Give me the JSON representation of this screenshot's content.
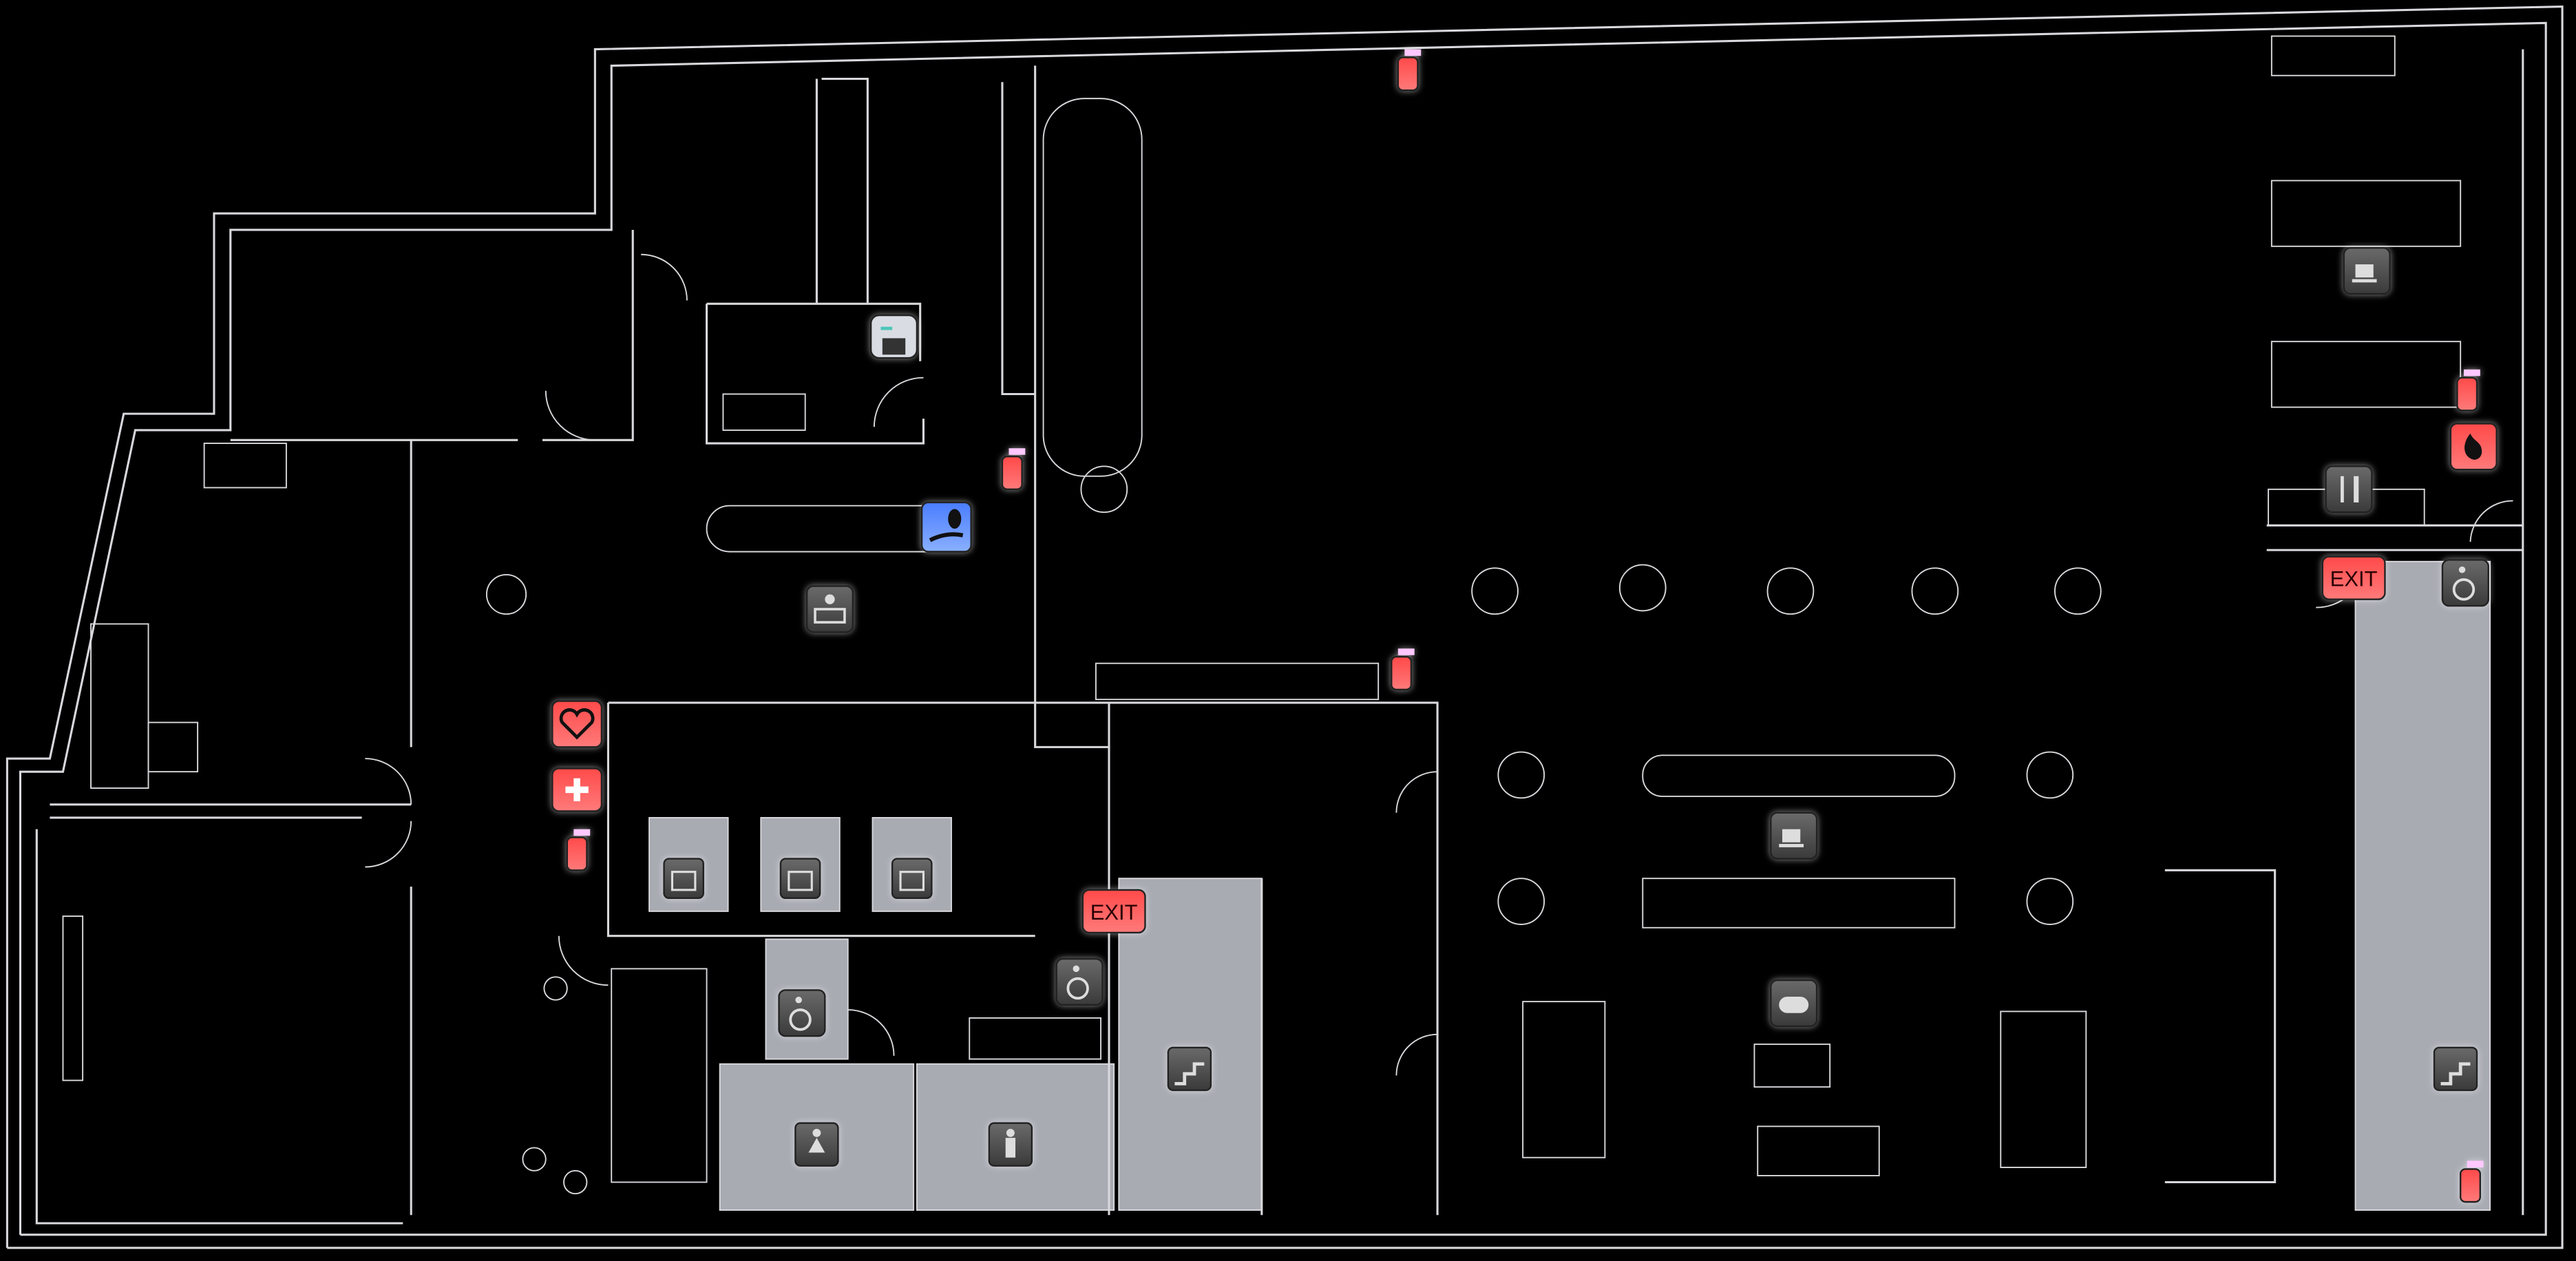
{
  "map": {
    "type": "indoor-floor-plan",
    "background_color": "#000000",
    "wall_color": "#d8d8dc",
    "room_fill_color": "#a9abb3"
  },
  "signs": {
    "exit_left": "EXIT",
    "exit_right": "EXIT"
  },
  "pois": {
    "fire_extinguisher": {
      "icon": "fire-extinguisher-icon",
      "color": "#ff5a5a",
      "count": 6
    },
    "printer": {
      "icon": "printer-icon",
      "color": "#d9dce3"
    },
    "hand_sanitizer": {
      "icon": "hand-sanitizer-icon",
      "color": "#5b8cff"
    },
    "reception": {
      "icon": "reception-desk-icon",
      "color": "#555555"
    },
    "defibrillator": {
      "icon": "heart-pulse-icon",
      "color": "#ff5a5a"
    },
    "first_aid": {
      "icon": "first-aid-kit-icon",
      "color": "#ff5a5a"
    },
    "elevator": {
      "icon": "elevator-icon",
      "color": "#666666",
      "count": 3
    },
    "accessible": {
      "icon": "wheelchair-icon",
      "color": "#555555",
      "count": 3
    },
    "restroom_female": {
      "icon": "female-restroom-icon",
      "color": "#555555"
    },
    "restroom_male": {
      "icon": "male-restroom-icon",
      "color": "#555555"
    },
    "stairs": {
      "icon": "stairs-icon",
      "color": "#555555",
      "count": 2
    },
    "coffee": {
      "icon": "coffee-cup-icon",
      "color": "#555555",
      "count": 2
    },
    "fire_alarm": {
      "icon": "fire-alarm-icon",
      "color": "#ff5a5a"
    },
    "restaurant": {
      "icon": "fork-knife-icon",
      "color": "#555555"
    },
    "game_room": {
      "icon": "game-controller-icon",
      "color": "#555555"
    },
    "exit": {
      "icon": "exit-sign-icon",
      "color": "#ff5a5a"
    }
  }
}
